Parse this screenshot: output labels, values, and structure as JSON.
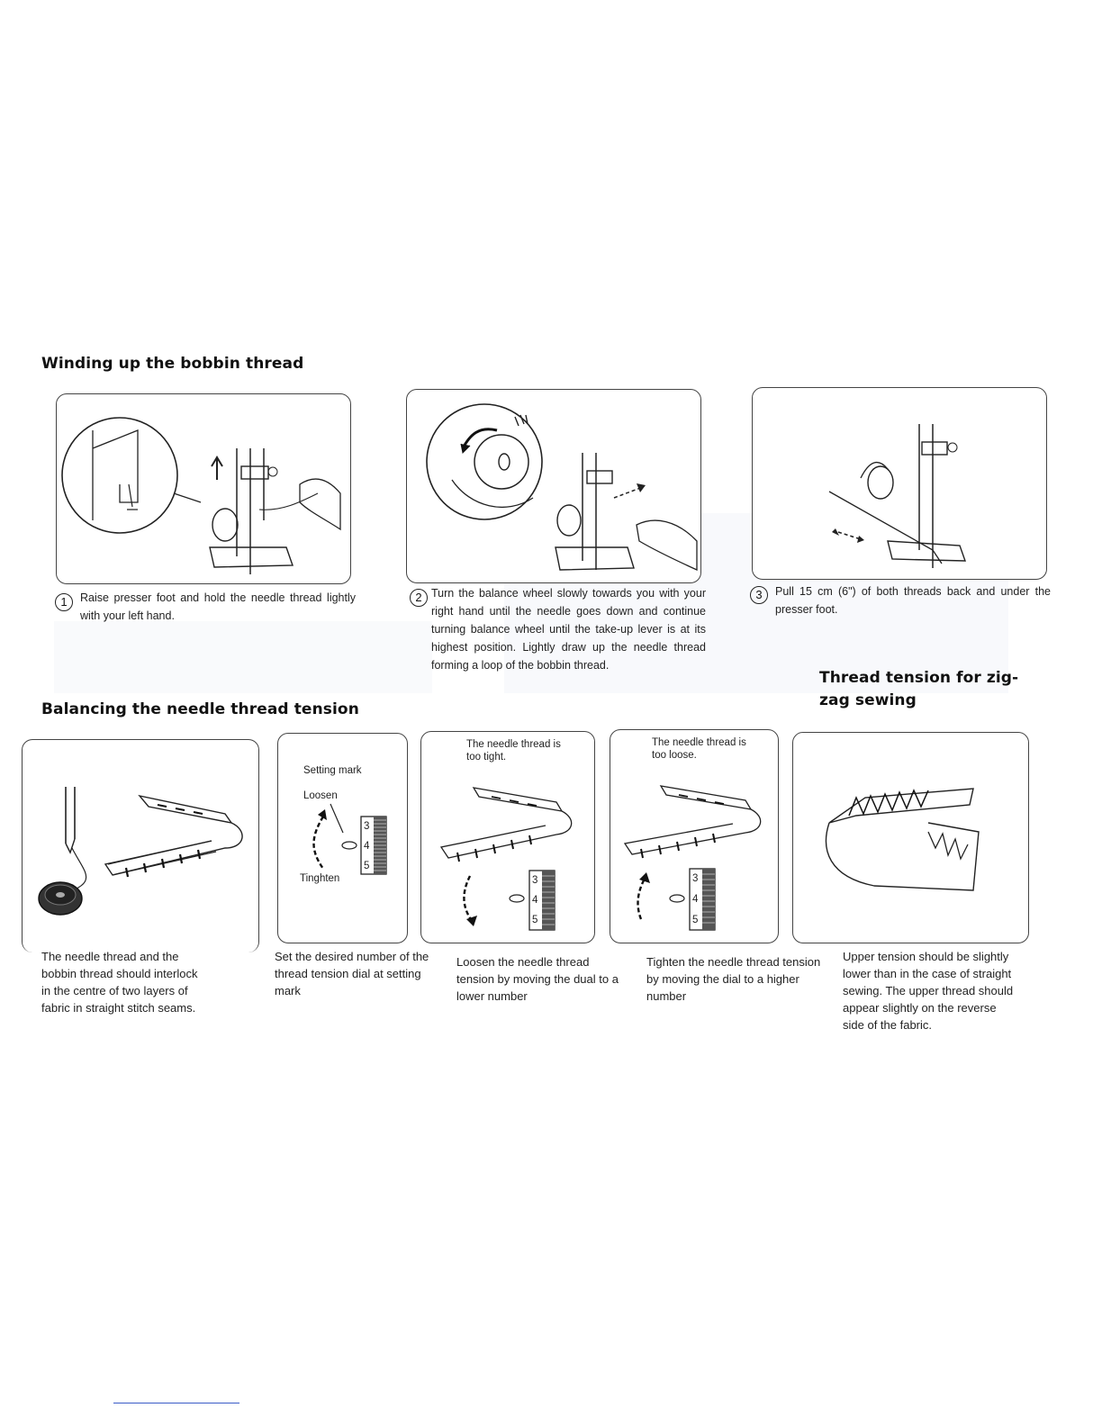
{
  "section1": {
    "title": "Winding  up  the  bobbin thread",
    "steps": [
      {
        "num": "1",
        "text": "Raise presser foot and hold the needle thread lightly with your left hand."
      },
      {
        "num": "2",
        "text": "Turn the balance wheel slowly towards you with your right hand until the needle goes down and continue turning balance wheel until the take-up lever is at its highest position. Lightly draw up the needle thread forming a loop of the bobbin thread."
      },
      {
        "num": "3",
        "text": "Pull 15 cm (6\") of both threads back and under the presser foot."
      }
    ]
  },
  "section2": {
    "title": "Balancing the needle thread tension",
    "panel2": {
      "setting_mark": "Setting mark",
      "loosen": "Loosen",
      "tighten": "Tinghten",
      "dial": [
        "3",
        "4",
        "5"
      ]
    },
    "panel3": {
      "label": "The needle thread is too  tight.",
      "dial": [
        "3",
        "4",
        "5"
      ]
    },
    "panel4": {
      "label": "The needle thread is too  loose.",
      "dial": [
        "3",
        "4",
        "5"
      ]
    },
    "captions": [
      "The needle thread and the bobbin thread should interlock in the centre of two layers  of fabric in straight stitch seams.",
      "Set the desired number of the thread tension dial at setting mark",
      "Loosen the needle thread tension by moving the dual to a lower number",
      "Tighten the needle thread tension by moving the dial to a higher number"
    ]
  },
  "section3": {
    "title": "Thread tension for zig-zag sewing",
    "caption": "Upper tension should be slightly lower than in the case of straight sewing. The upper thread should appear slightly on the reverse side of the fabric."
  }
}
